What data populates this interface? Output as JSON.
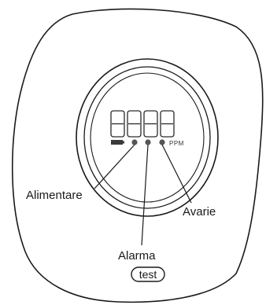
{
  "labels": {
    "power": "Alimentare",
    "alarm": "Alarma",
    "fault": "Avarie",
    "unit": "PPM",
    "test_button": "test"
  },
  "colors": {
    "stroke": "#1a1a1a",
    "led": "#555555",
    "background": "#ffffff"
  }
}
